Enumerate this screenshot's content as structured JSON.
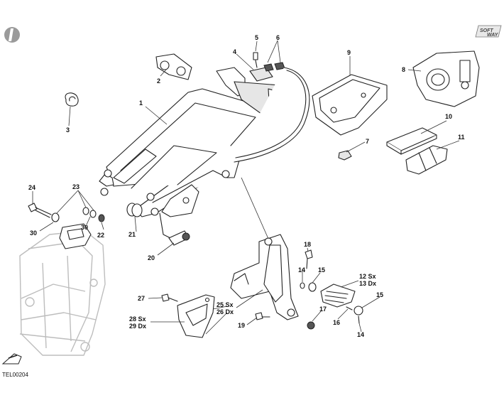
{
  "drawing_ref": "TEL00204",
  "brand_badge": "SOFT WAY",
  "callouts": {
    "c1": "1",
    "c2": "2",
    "c3": "3",
    "c4": "4",
    "c5": "5",
    "c6": "6",
    "c7": "7",
    "c8": "8",
    "c9": "9",
    "c10": "10",
    "c11": "11",
    "c12": "12 Sx",
    "c13": "13 Dx",
    "c14a": "14",
    "c14b": "14",
    "c15a": "15",
    "c15b": "15",
    "c16": "16",
    "c17": "17",
    "c18": "18",
    "c19": "19",
    "c20": "20",
    "c21": "21",
    "c22": "22",
    "c23": "23",
    "c24": "24",
    "c25": "25 Sx",
    "c26": "26 Dx",
    "c27": "27",
    "c28": "28 Sx",
    "c29": "29 Dx",
    "c30a": "30",
    "c30b": "30"
  }
}
